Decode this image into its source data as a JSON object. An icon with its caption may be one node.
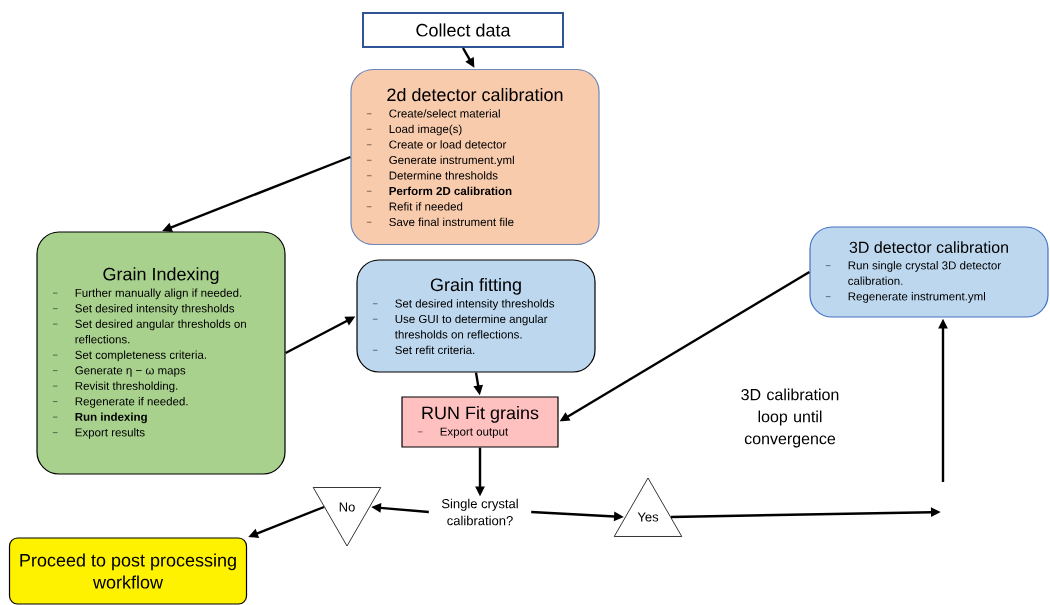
{
  "diagram": {
    "nodes": [
      {
        "text": [
          "Collect data"
        ]
      },
      {
        "text": [
          "2d detector calibration",
          "Create/select material",
          "Load image(s)",
          "Create or load detector",
          "Generate instrument.yml",
          "Determine thresholds",
          "**Perform 2D calibration**",
          "Refit if needed",
          "Save final instrument file"
        ]
      },
      {
        "text": [
          "Grain Indexing",
          "Further manually align if needed.",
          "Set desired intensity thresholds",
          "Set desired angular thresholds on reflections.",
          "Set completeness criteria.",
          "Generate η − ω maps",
          "Revisit thresholding.",
          "Regenerate if needed.",
          "**Run indexing**",
          "Export results"
        ]
      },
      {
        "text": [
          "Grain fitting",
          "Set desired intensity thresholds",
          "Use GUI to determine angular thresholds on reflections.",
          "Set refit criteria."
        ]
      },
      {
        "text": [
          "3D detector calibration",
          "Run single crystal 3D detector calibration.",
          "Regenerate instrument.yml"
        ]
      },
      {
        "text": [
          "RUN Fit grains",
          "Export output"
        ]
      },
      {
        "text": [
          "Single crystal calibration?"
        ]
      },
      {
        "text": [
          "No"
        ]
      },
      {
        "text": [
          "Yes"
        ]
      },
      {
        "text": [
          "Proceed to post processing workflow"
        ]
      }
    ],
    "edges": [
      {
        "from": 0,
        "to": 1,
        "arrow": "to"
      },
      {
        "from": 1,
        "to": 2,
        "arrow": "to"
      },
      {
        "from": 2,
        "to": 3,
        "arrow": "to"
      },
      {
        "from": 3,
        "to": 5,
        "arrow": "to"
      },
      {
        "from": 4,
        "to": 5,
        "arrow": "to"
      },
      {
        "from": 5,
        "to": 6,
        "arrow": "to"
      },
      {
        "from": 6,
        "to": 7,
        "arrow": "to"
      },
      {
        "from": 6,
        "to": 8,
        "arrow": "to"
      },
      {
        "from": 7,
        "to": 9,
        "arrow": "to"
      },
      {
        "from": 8,
        "to": null,
        "arrow": "to"
      },
      {
        "from": null,
        "to": 4,
        "arrow": "to"
      }
    ],
    "labels": [
      "3D calibration loop until convergence"
    ]
  }
}
